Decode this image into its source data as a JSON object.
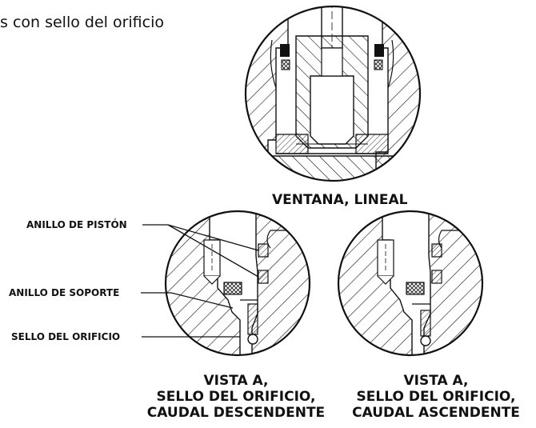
{
  "top_caption": "s con sello del orificio",
  "view_title": "VENTANA, LINEAL",
  "callouts": [
    "ANILLO DE PISTÓN",
    "ANILLO DE SOPORTE",
    "SELLO DEL ORIFICIO"
  ],
  "view_left": {
    "line1": "VISTA A,",
    "line2": "SELLO DEL ORIFICIO,",
    "line3": "CAUDAL DESCENDENTE"
  },
  "view_right": {
    "line1": "VISTA A,",
    "line2": "SELLO DEL ORIFICIO,",
    "line3": "CAUDAL ASCENDENTE"
  }
}
